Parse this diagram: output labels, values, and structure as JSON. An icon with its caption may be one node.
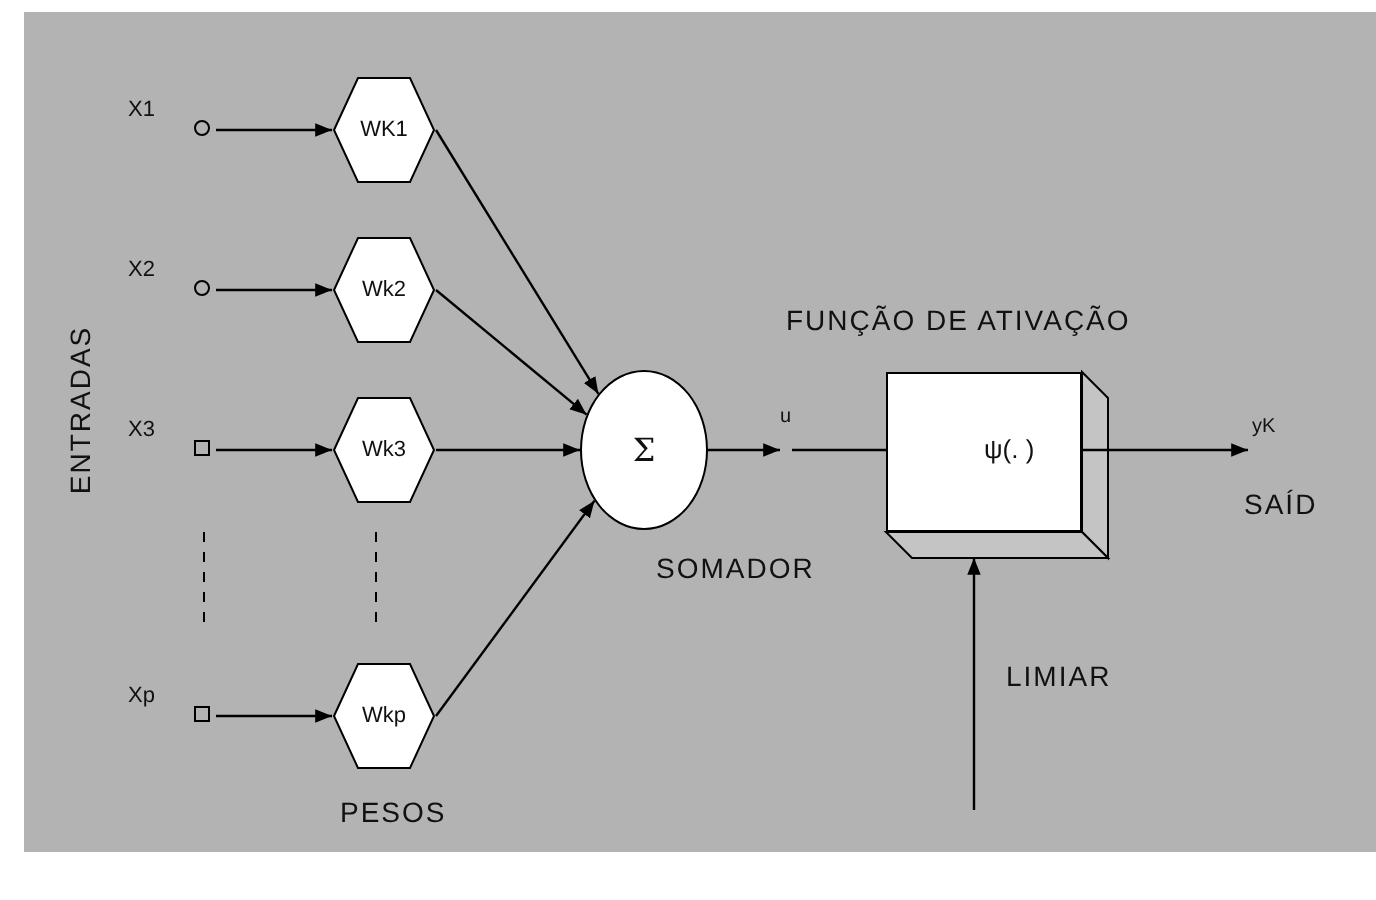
{
  "diagram": {
    "nodes": [
      {
        "text": [
          "X1"
        ]
      },
      {
        "text": [
          "X2"
        ]
      },
      {
        "text": [
          "X3"
        ]
      },
      {
        "text": [
          "Xp"
        ]
      },
      {
        "text": [
          "WK1"
        ]
      },
      {
        "text": [
          "Wk2"
        ]
      },
      {
        "text": [
          "Wk3"
        ]
      },
      {
        "text": [
          "Wkp"
        ]
      },
      {
        "text": [
          "Σ"
        ],
        "beside": [
          "SOMADOR"
        ]
      },
      {
        "text": [
          "FUNÇÃO DE ATIVAÇÃO",
          "ψ(. )"
        ]
      },
      {
        "text": [
          "u"
        ]
      }
    ],
    "edges": [
      {
        "from": 0,
        "to": 4,
        "arrow": "to"
      },
      {
        "from": 1,
        "to": 5,
        "arrow": "to"
      },
      {
        "from": 2,
        "to": 6,
        "arrow": "to"
      },
      {
        "from": 3,
        "to": 7,
        "arrow": "to"
      },
      {
        "from": 4,
        "to": 8,
        "arrow": "to"
      },
      {
        "from": 5,
        "to": 8,
        "arrow": "to"
      },
      {
        "from": 6,
        "to": 8,
        "arrow": "to"
      },
      {
        "from": 7,
        "to": 8,
        "arrow": "to"
      },
      {
        "from": 8,
        "to": 10,
        "arrow": "to"
      },
      {
        "from": 10,
        "to": 9,
        "arrow": "none"
      },
      {
        "from": 9,
        "to": null,
        "arrow": "to",
        "label": "yK"
      },
      {
        "from": null,
        "to": 9,
        "arrow": "to"
      }
    ],
    "labels": [
      "ENTRADAS",
      "PESOS",
      "SAÍD",
      "LIMIAR"
    ]
  }
}
